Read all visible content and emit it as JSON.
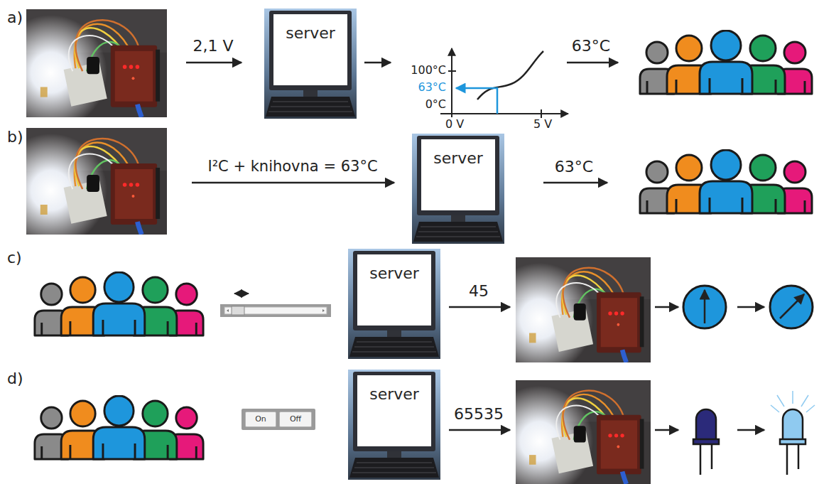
{
  "diagram": {
    "nodes": [
      {
        "text": [
          "server"
        ]
      },
      {
        "text": [
          "server"
        ]
      },
      {
        "text": [
          "server"
        ]
      },
      {
        "text": [
          "On"
        ]
      },
      {
        "text": [
          "Off"
        ]
      },
      {
        "text": [
          "server"
        ]
      }
    ],
    "labels": [
      "a)",
      "2,1 V",
      "100°C",
      "63°C",
      "0°C",
      "0 V",
      "5 V",
      "63°C",
      "b)",
      "I²C + knihovna = 63°C",
      "63°C",
      "c)",
      "45",
      "d)",
      "65535"
    ]
  }
}
